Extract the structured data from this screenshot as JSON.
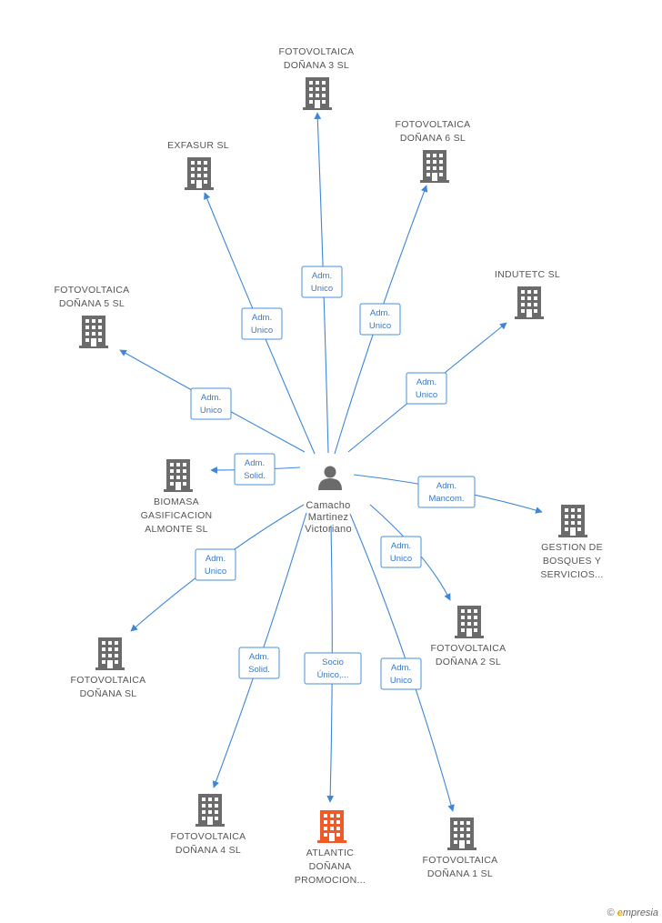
{
  "colors": {
    "edge": "#3f86d6",
    "company": "#6b6b6b",
    "highlight": "#f05a28",
    "person": "#6b6b6b",
    "label_border": "#4a90d9",
    "label_text": "#3b78c4"
  },
  "center": {
    "icon": "person-icon",
    "label": [
      "Camacho",
      "Martinez",
      "Victoriano"
    ]
  },
  "nodes": [
    {
      "id": "d3",
      "icon": "building-icon",
      "label": [
        "FOTOVOLTAICA",
        "DOÑANA 3  SL"
      ]
    },
    {
      "id": "exf",
      "icon": "building-icon",
      "label": [
        "EXFASUR SL"
      ]
    },
    {
      "id": "d6",
      "icon": "building-icon",
      "label": [
        "FOTOVOLTAICA",
        "DOÑANA 6  SL"
      ]
    },
    {
      "id": "ind",
      "icon": "building-icon",
      "label": [
        "INDUTETC SL"
      ]
    },
    {
      "id": "d5",
      "icon": "building-icon",
      "label": [
        "FOTOVOLTAICA",
        "DOÑANA 5 SL"
      ]
    },
    {
      "id": "bio",
      "icon": "building-icon",
      "label": [
        "BIOMASA",
        "GASIFICACION",
        "ALMONTE SL"
      ]
    },
    {
      "id": "ges",
      "icon": "building-icon",
      "label": [
        "GESTION DE",
        "BOSQUES Y",
        "SERVICIOS..."
      ]
    },
    {
      "id": "d2",
      "icon": "building-icon",
      "label": [
        "FOTOVOLTAICA",
        "DOÑANA 2 SL"
      ]
    },
    {
      "id": "dsl",
      "icon": "building-icon",
      "label": [
        "FOTOVOLTAICA",
        "DOÑANA SL"
      ]
    },
    {
      "id": "d4",
      "icon": "building-icon",
      "label": [
        "FOTOVOLTAICA",
        "DOÑANA 4 SL"
      ]
    },
    {
      "id": "atl",
      "icon": "building-icon",
      "highlight": true,
      "label": [
        "ATLANTIC",
        "DOÑANA",
        "PROMOCION..."
      ]
    },
    {
      "id": "d1",
      "icon": "building-icon",
      "label": [
        "FOTOVOLTAICA",
        "DOÑANA 1 SL"
      ]
    }
  ],
  "edges": [
    {
      "to": "d3",
      "label": [
        "Adm.",
        "Unico"
      ]
    },
    {
      "to": "exf",
      "label": [
        "Adm.",
        "Unico"
      ]
    },
    {
      "to": "d6",
      "label": [
        "Adm.",
        "Unico"
      ]
    },
    {
      "to": "ind",
      "label": [
        "Adm.",
        "Unico"
      ]
    },
    {
      "to": "d5",
      "label": [
        "Adm.",
        "Unico"
      ]
    },
    {
      "to": "bio",
      "label": [
        "Adm.",
        "Solid."
      ]
    },
    {
      "to": "ges",
      "label": [
        "Adm.",
        "Mancom."
      ]
    },
    {
      "to": "d2",
      "label": [
        "Adm.",
        "Unico"
      ]
    },
    {
      "to": "dsl",
      "label": [
        "Adm.",
        "Unico"
      ]
    },
    {
      "to": "d4",
      "label": [
        "Adm.",
        "Solid."
      ]
    },
    {
      "to": "atl",
      "label": [
        "Socio",
        "Único,..."
      ]
    },
    {
      "to": "d1",
      "label": [
        "Adm.",
        "Unico"
      ]
    }
  ],
  "footer": {
    "copyright": "©",
    "brand_initial": "e",
    "brand_rest": "mpresia"
  }
}
